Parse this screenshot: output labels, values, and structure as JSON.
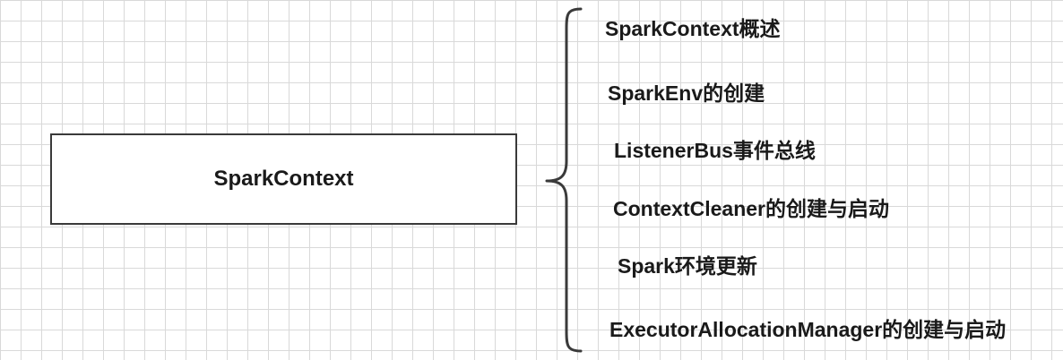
{
  "root": {
    "label": "SparkContext"
  },
  "items": [
    {
      "label": "SparkContext概述"
    },
    {
      "label": "SparkEnv的创建"
    },
    {
      "label": "ListenerBus事件总线"
    },
    {
      "label": "ContextCleaner的创建与启动"
    },
    {
      "label": "Spark环境更新"
    },
    {
      "label": "ExecutorAllocationManager的创建与启动"
    }
  ],
  "colors": {
    "line": "#3a3a3a",
    "text": "#1a1a1a",
    "grid": "#d9d9d9",
    "background": "#ffffff"
  }
}
